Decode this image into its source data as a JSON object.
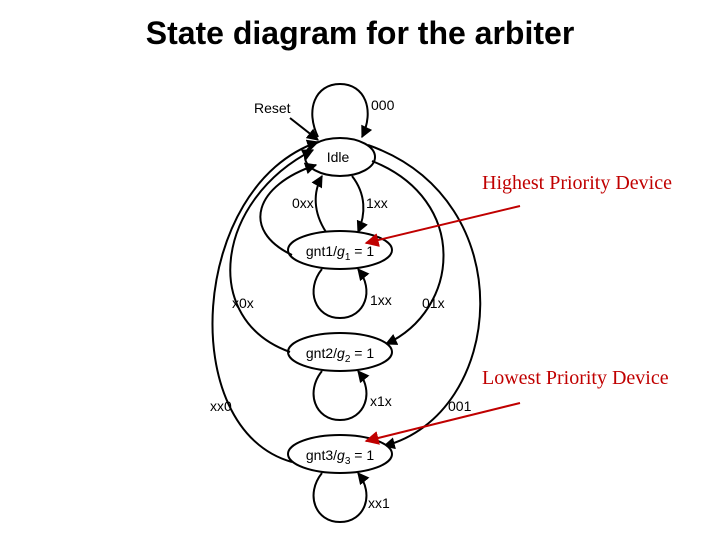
{
  "title": "State diagram for the arbiter",
  "colors": {
    "annotation": "#c00000",
    "lines": "#000000"
  },
  "reset_label": "Reset",
  "states": {
    "idle": {
      "name": "Idle",
      "self_loop_label": "000"
    },
    "gnt1": {
      "name": "gnt1",
      "output": "g",
      "output_sub": "1",
      "value": "= 1"
    },
    "gnt2": {
      "name": "gnt2",
      "output": "g",
      "output_sub": "2",
      "value": "= 1"
    },
    "gnt3": {
      "name": "gnt3",
      "output": "g",
      "output_sub": "3",
      "value": "= 1"
    }
  },
  "transitions": {
    "idle_to_gnt1": "1xx",
    "gnt1_to_idle": "0xx",
    "gnt1_self": "1xx",
    "gnt1_exit": "x0x",
    "idle_to_gnt2": "01x",
    "gnt2_self": "x1x",
    "gnt2_exit": "xx0",
    "idle_to_gnt3": "001",
    "gnt3_self": "xx1"
  },
  "annotations": {
    "highest": "Highest Priority Device",
    "lowest": "Lowest Priority Device"
  }
}
